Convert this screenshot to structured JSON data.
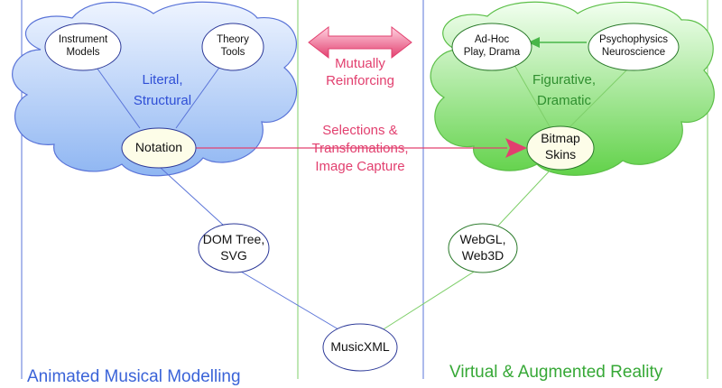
{
  "colors": {
    "blue_region": "#5a74d8",
    "green_region": "#7fcf6a",
    "blue_cloud_top": "#eef4ff",
    "blue_cloud_bottom": "#8fb6f2",
    "green_cloud_top": "#f2fff0",
    "green_cloud_bottom": "#62d24a",
    "pink_accent": "#e2406f",
    "green_arrow": "#49b649"
  },
  "left_cloud": {
    "node_instrument_models": "Instrument\nModels",
    "node_theory_tools": "Theory\nTools",
    "label_line1": "Literal,",
    "label_line2": "Structural",
    "node_notation": "Notation"
  },
  "right_cloud": {
    "node_adhoc": "Ad-Hoc\nPlay, Drama",
    "node_psychophysics": "Psychophysics\nNeuroscience",
    "label_line1": "Figurative,",
    "label_line2": "Dramatic",
    "node_bitmap": "Bitmap\nSkins"
  },
  "center": {
    "mutual_line1": "Mutually",
    "mutual_line2": "Reinforcing",
    "selections_line1": "Selections &",
    "selections_line2": "Transfomations,",
    "selections_line3": "Image Capture"
  },
  "lower": {
    "node_dom": "DOM Tree,\nSVG",
    "node_webgl": "WebGL,\nWeb3D",
    "node_musicxml": "MusicXML"
  },
  "footer": {
    "left_partial": "Animated Musical Modelling",
    "right": "Virtual & Augmented Reality"
  }
}
